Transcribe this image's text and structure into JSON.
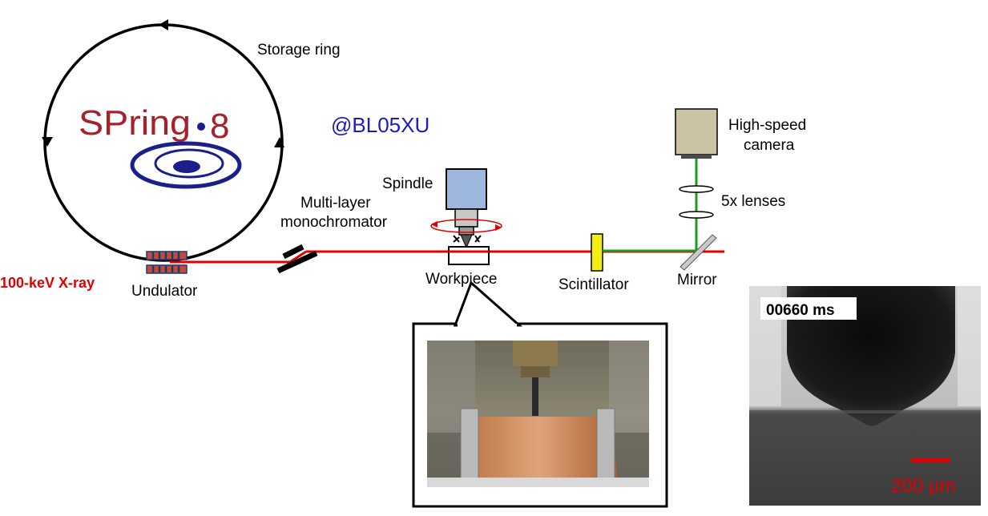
{
  "labels": {
    "storage_ring": "Storage ring",
    "facility": "@BL05XU",
    "logo_left": "SPring",
    "logo_right": "8",
    "xray": "100-keV X-ray",
    "undulator": "Undulator",
    "monochromator_line1": "Multi-layer",
    "monochromator_line2": "monochromator",
    "spindle": "Spindle",
    "workpiece": "Workpiece",
    "scintillator": "Scintillator",
    "mirror": "Mirror",
    "camera_line1": "High-speed",
    "camera_line2": "camera",
    "lenses": "5x lenses"
  },
  "xray_image": {
    "timestamp": "00660 ms",
    "scale_bar": "200 µm"
  },
  "colors": {
    "beam": "#e00000",
    "visible_light": "#1a9e1a",
    "logo_red": "#a8202a",
    "logo_blue": "#1b1f8a",
    "facility_text": "#1a1acc",
    "spindle_body": "#9db8dc",
    "camera_body": "#cbc3a3",
    "scintillator": "#f4ee10"
  }
}
